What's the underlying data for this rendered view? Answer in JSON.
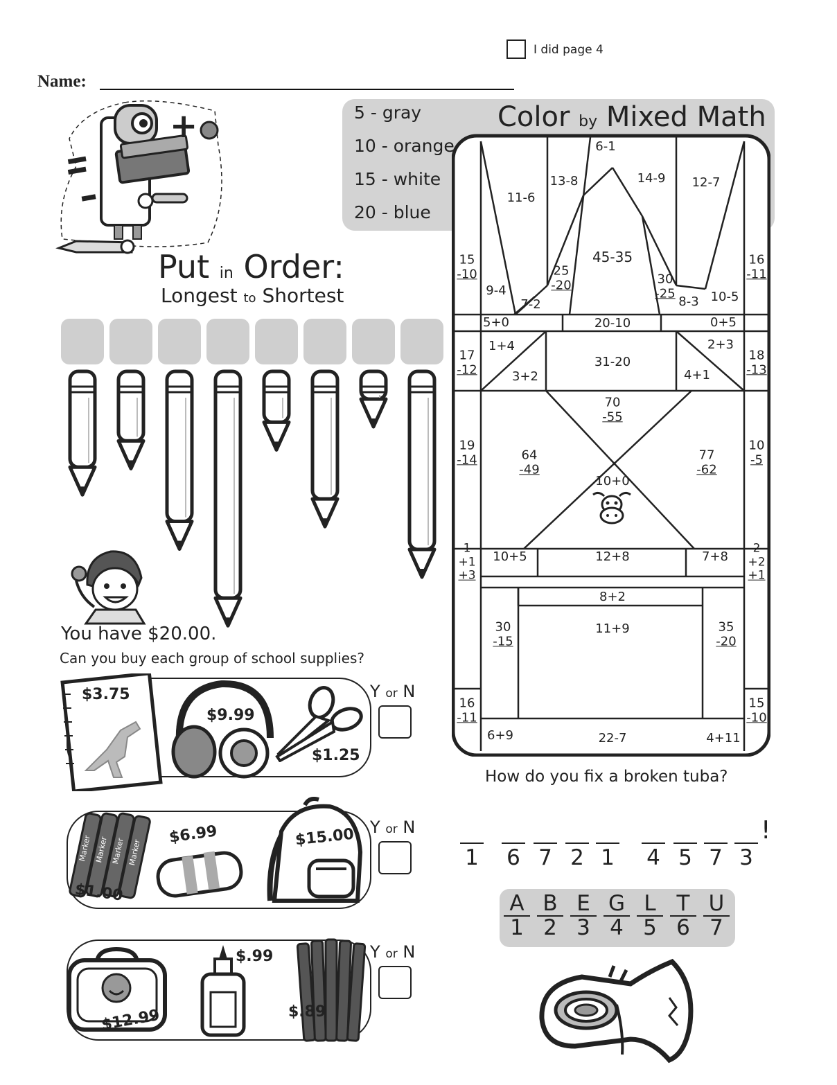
{
  "header": {
    "checkbox_label": "I did page 4",
    "name_label": "Name:"
  },
  "color_key": {
    "title_word1": "Color",
    "title_small": "by",
    "title_word2": "Mixed Math",
    "items": [
      "5 - gray",
      "10 - orange",
      "15 - white",
      "20 - blue"
    ]
  },
  "mosaic": {
    "top_fan": [
      "6-1",
      "11-6",
      "13-8",
      "14-9",
      "12-7",
      "45-35",
      "9-4",
      "7-2",
      "8-3",
      "10-5"
    ],
    "stacks": [
      {
        "top": "15",
        "bottom": "-10"
      },
      {
        "top": "16",
        "bottom": "-11"
      },
      {
        "top": "25",
        "bottom": "-20"
      },
      {
        "top": "30",
        "bottom": "-25"
      },
      {
        "top": "17",
        "bottom": "-12"
      },
      {
        "top": "18",
        "bottom": "-13"
      },
      {
        "top": "70",
        "bottom": "-55"
      },
      {
        "top": "19",
        "bottom": "-14"
      },
      {
        "top": "64",
        "bottom": "-49"
      },
      {
        "top": "77",
        "bottom": "-62"
      },
      {
        "top": "10",
        "bottom": "-5"
      },
      {
        "top": "30",
        "bottom": "-15"
      },
      {
        "top": "35",
        "bottom": "-20"
      },
      {
        "top": "16",
        "bottom": "-11"
      },
      {
        "top": "15",
        "bottom": "-10"
      }
    ],
    "band1": [
      "5+0",
      "20-10",
      "0+5"
    ],
    "band2": [
      "1+4",
      "3+2",
      "31-20",
      "2+3",
      "4+1"
    ],
    "center": "10+0",
    "band3": [
      "10+5",
      "12+8",
      "7+8"
    ],
    "left3": {
      "a": "1",
      "b": "+1",
      "c": "+3"
    },
    "right3": {
      "a": "2",
      "b": "+2",
      "c": "+1"
    },
    "band4": [
      "8+2",
      "11+9"
    ],
    "bottom": [
      "6+9",
      "22-7",
      "4+11"
    ]
  },
  "put_in_order": {
    "title_word1": "Put",
    "title_small": "in",
    "title_word2": "Order:",
    "subtitle_word1": "Longest",
    "subtitle_small": "to",
    "subtitle_word2": "Shortest",
    "pencil_lengths": [
      0.66,
      0.52,
      0.95,
      1.36,
      0.42,
      0.83,
      0.26,
      1.1
    ]
  },
  "money": {
    "title": "You have $20.00.",
    "question": "Can you buy each group of school supplies?",
    "yn_y": "Y",
    "yn_or": "or",
    "yn_n": "N",
    "group1": {
      "notebook": "$3.75",
      "headphones": "$9.99",
      "scissors": "$1.25"
    },
    "group2": {
      "pencil_case": "$6.99",
      "backpack": "$15.00",
      "markers": "$1.00",
      "marker_word": "Marker"
    },
    "group3": {
      "glue": "$.99",
      "pencils": "$.89",
      "lunchbox": "$12.99"
    }
  },
  "riddle": {
    "question": "How do you fix a broken tuba?",
    "code": [
      "1",
      "6",
      "7",
      "2",
      "1",
      "4",
      "5",
      "7",
      "3"
    ],
    "end": "!",
    "key_letters": [
      "A",
      "B",
      "E",
      "G",
      "L",
      "T",
      "U"
    ],
    "key_numbers": [
      "1",
      "2",
      "3",
      "4",
      "5",
      "6",
      "7"
    ]
  },
  "colors": {
    "shade": "#d3d3d3",
    "ink": "#222222"
  }
}
